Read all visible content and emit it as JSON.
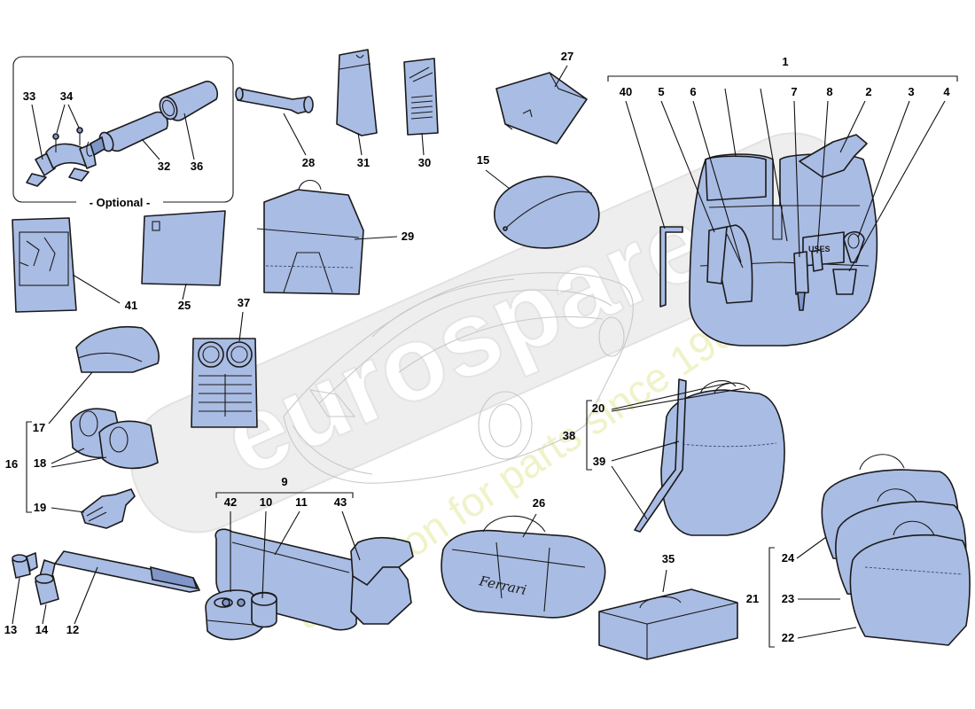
{
  "labels": {
    "p1": "1",
    "p2": "2",
    "p3": "3",
    "p4": "4",
    "p5": "5",
    "p6": "6",
    "p7": "7",
    "p8": "8",
    "p9": "9",
    "p10": "10",
    "p11": "11",
    "p12": "12",
    "p13": "13",
    "p14": "14",
    "p15": "15",
    "p16": "16",
    "p17": "17",
    "p18a": "18",
    "p19": "19",
    "p20": "20",
    "p21": "21",
    "p22": "22",
    "p23": "23",
    "p24": "24",
    "p25": "25",
    "p26": "26",
    "p27": "27",
    "p28": "28",
    "p29": "29",
    "p30": "30",
    "p31": "31",
    "p32": "32",
    "p33": "33",
    "p34": "34",
    "p35": "35",
    "p36": "36",
    "p37": "37",
    "p38": "38",
    "p39": "39",
    "p40": "40",
    "p41": "41",
    "p42": "42",
    "p43": "43"
  },
  "optional_caption": "- Optional -",
  "kit_marking": "USES",
  "bag_brand": "Ferrari",
  "watermark": {
    "logo": "eurospares",
    "tagline": "a passion for parts since 1985"
  },
  "colors": {
    "part_fill": "#a9bce4",
    "outline": "#1a1a1a",
    "car_outline": "#c8c8c8"
  }
}
